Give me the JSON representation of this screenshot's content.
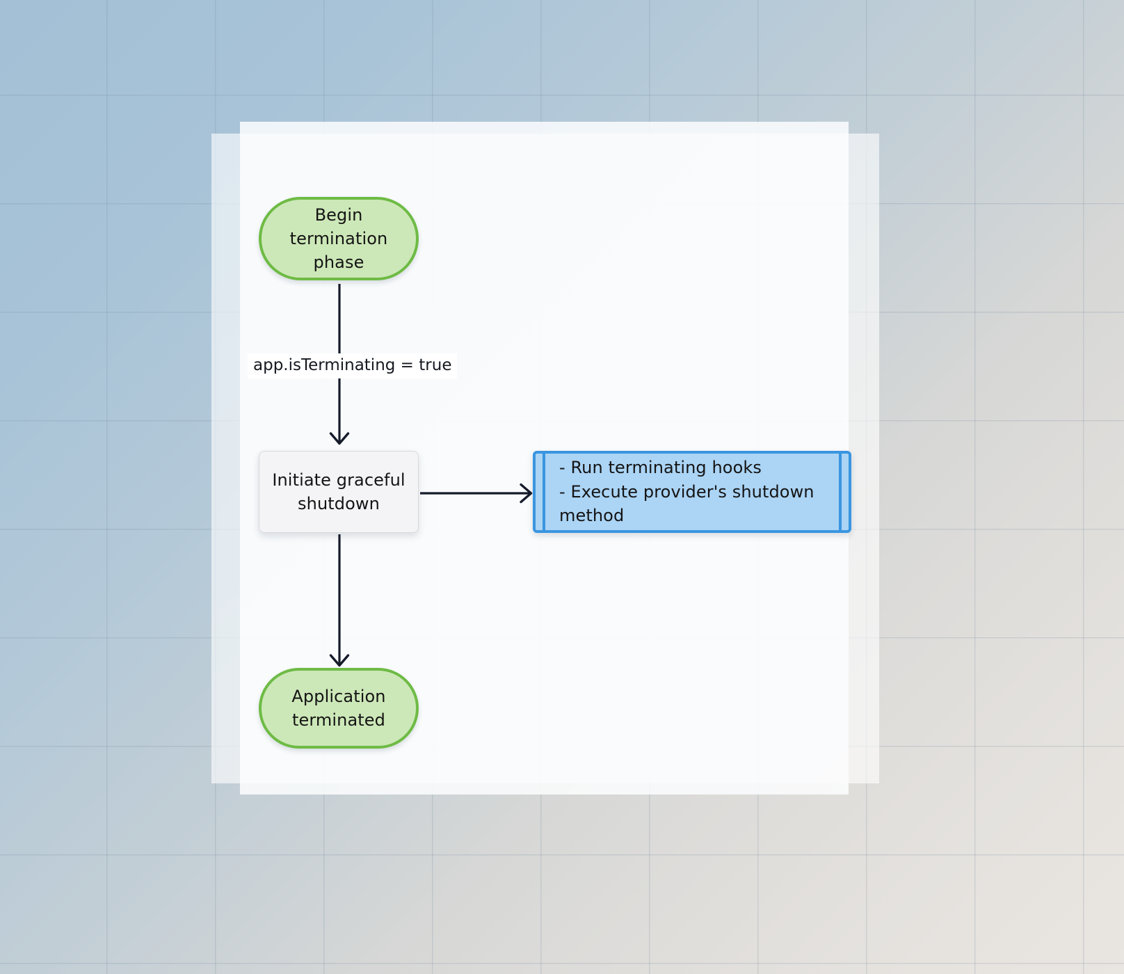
{
  "diagram": {
    "type": "flowchart",
    "direction": "top-down",
    "title": "Application termination phase flowchart",
    "nodes": [
      {
        "id": "begin",
        "shape": "stadium",
        "label": "Begin\ntermination\nphase",
        "fill": "#cde8b8",
        "stroke": "#6ebb45"
      },
      {
        "id": "initiate",
        "shape": "rectangle",
        "label": "Initiate graceful\nshutdown",
        "fill": "#f4f4f6",
        "stroke": "#d9d9dd"
      },
      {
        "id": "hooks",
        "shape": "subroutine",
        "label": "- Run terminating hooks\n- Execute provider's shutdown method",
        "fill": "#abd4f5",
        "stroke": "#3a95e0"
      },
      {
        "id": "terminated",
        "shape": "stadium",
        "label": "Application\nterminated",
        "fill": "#cde8b8",
        "stroke": "#6ebb45"
      }
    ],
    "edges": [
      {
        "id": "e1",
        "from": "begin",
        "to": "initiate",
        "label": "app.isTerminating = true",
        "arrow": "open"
      },
      {
        "id": "e2",
        "from": "initiate",
        "to": "hooks",
        "label": "",
        "arrow": "open"
      },
      {
        "id": "e3",
        "from": "initiate",
        "to": "terminated",
        "label": "",
        "arrow": "open"
      }
    ],
    "edge_color": "#161b2b",
    "background": {
      "gradient_from": "#a3c0d6",
      "gradient_to": "#e9e5e0",
      "grid": true
    }
  }
}
